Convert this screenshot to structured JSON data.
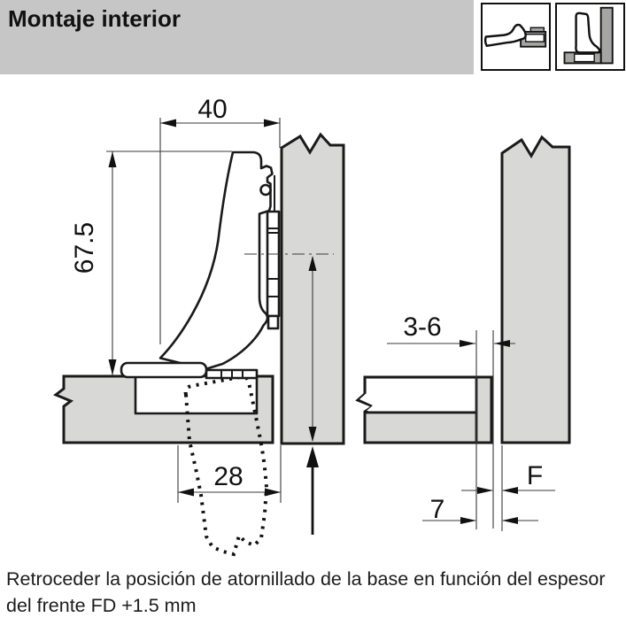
{
  "header": {
    "title": "Montaje interior"
  },
  "icons": [
    {
      "name": "hinge-overlay-side-view"
    },
    {
      "name": "hinge-inset-cross-section"
    }
  ],
  "diagram": {
    "left": {
      "dim_depth": "40",
      "dim_height": "67.5",
      "dim_cup": "28"
    },
    "right": {
      "dim_drilling": "3-6",
      "dim_offset": "7",
      "dim_gap": "F"
    }
  },
  "caption": "Retroceder la posición de atornillado de la base en función del espesor del frente FD +1.5 mm",
  "colors": {
    "header_bg": "#c6c6c6",
    "panel_fill": "#d8d8d6",
    "icon_gray": "#a5a5a3",
    "line": "#1a1a1a"
  }
}
